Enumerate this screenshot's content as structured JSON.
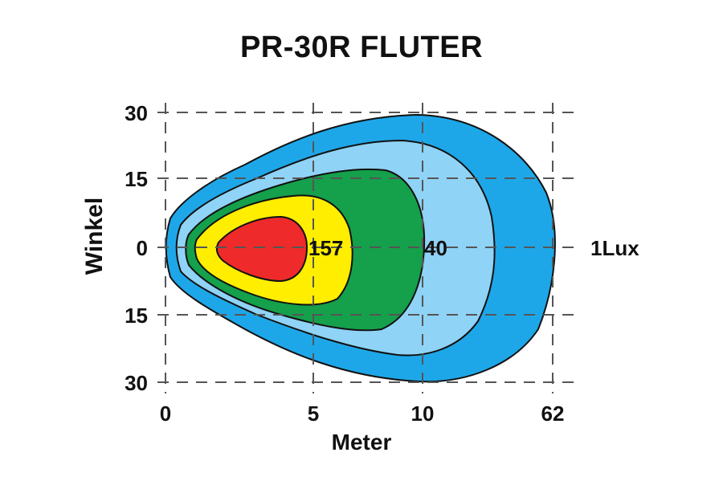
{
  "title": "PR-30R FLUTER",
  "chart_data": {
    "type": "contour",
    "title": "PR-30R FLUTER",
    "xlabel": "Meter",
    "ylabel": "Winkel",
    "x_ticks": [
      "0",
      "5",
      "10",
      "62"
    ],
    "y_ticks": [
      "30",
      "15",
      "0",
      "15",
      "30"
    ],
    "zones": [
      {
        "label": "1Lux",
        "color": "#1ea7e8"
      },
      {
        "label": "",
        "color": "#8fd3f6"
      },
      {
        "label": "40",
        "color": "#15a04b"
      },
      {
        "label": "157",
        "color": "#ffee00"
      },
      {
        "label": "",
        "color": "#ee2a2a"
      }
    ],
    "grid": true
  }
}
